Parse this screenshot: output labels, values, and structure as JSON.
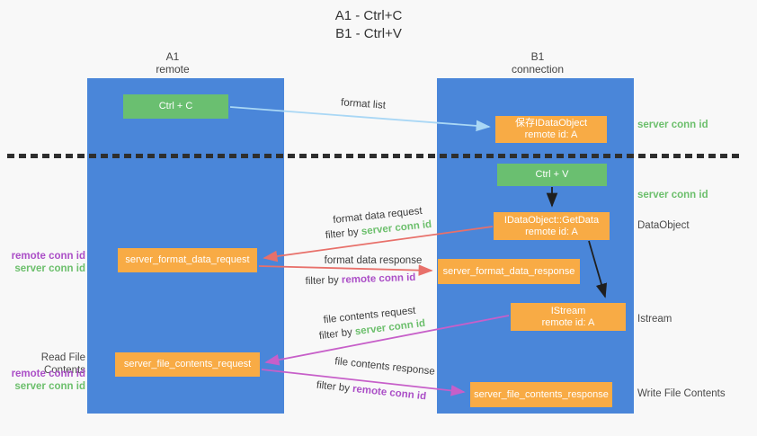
{
  "title": {
    "line1": "A1 - Ctrl+C",
    "line2": "B1 - Ctrl+V"
  },
  "columns": {
    "a": {
      "label": "A1",
      "sublabel": "remote"
    },
    "b": {
      "label": "B1",
      "sublabel": "connection"
    }
  },
  "boxes": {
    "ctrl_c": {
      "label": "Ctrl + C"
    },
    "ctrl_v": {
      "label": "Ctrl + V"
    },
    "save_idataobject": {
      "line1": "保存IDataObject",
      "line2": "remote id: A"
    },
    "getdata": {
      "line1": "IDataObject::GetData",
      "line2": "remote id: A"
    },
    "istream": {
      "line1": "IStream",
      "line2": "remote id: A"
    },
    "server_format_data_request": {
      "label": "server_format_data_request"
    },
    "server_format_data_response": {
      "label": "server_format_data_response"
    },
    "server_file_contents_request": {
      "label": "server_file_contents_request"
    },
    "server_file_contents_response": {
      "label": "server_file_contents_response"
    }
  },
  "arrow_labels": {
    "format_list": "format list",
    "format_data_request": "format data request",
    "format_data_request_filter_prefix": "filter by ",
    "format_data_request_filter_key": "server conn id",
    "format_data_response": "format data response",
    "format_data_response_filter_prefix": "filter by ",
    "format_data_response_filter_key": "remote conn id",
    "file_contents_request": "file contents request",
    "file_contents_request_filter_prefix": "filter by ",
    "file_contents_request_filter_key": "server conn id",
    "file_contents_response": "file contents response",
    "file_contents_response_filter_prefix": "filter by ",
    "file_contents_response_filter_key": "remote conn id"
  },
  "side_labels": {
    "left_format": {
      "remote_conn_id": "remote conn id",
      "server_conn_id": "server conn id"
    },
    "left_file": {
      "title": "Read File Contents",
      "remote_conn_id": "remote conn id",
      "server_conn_id": "server conn id"
    },
    "right": {
      "server_conn_id_top": "server conn id",
      "server_conn_id_mid": "server conn id",
      "dataobject": "DataObject",
      "istream": "Istream",
      "write_file_contents": "Write File Contents"
    }
  },
  "colors": {
    "column_blue": "#4A86D9",
    "box_green": "#6ABF70",
    "box_orange": "#F8AB45",
    "arrow_red": "#E8706A",
    "arrow_magenta": "#C75FC9",
    "arrow_light_blue": "#A9D7F5",
    "arrow_black": "#1F1F1F",
    "text_green": "#6CBF6C",
    "text_purple": "#AB4FC7",
    "divider_dark": "#2E2E2E"
  }
}
